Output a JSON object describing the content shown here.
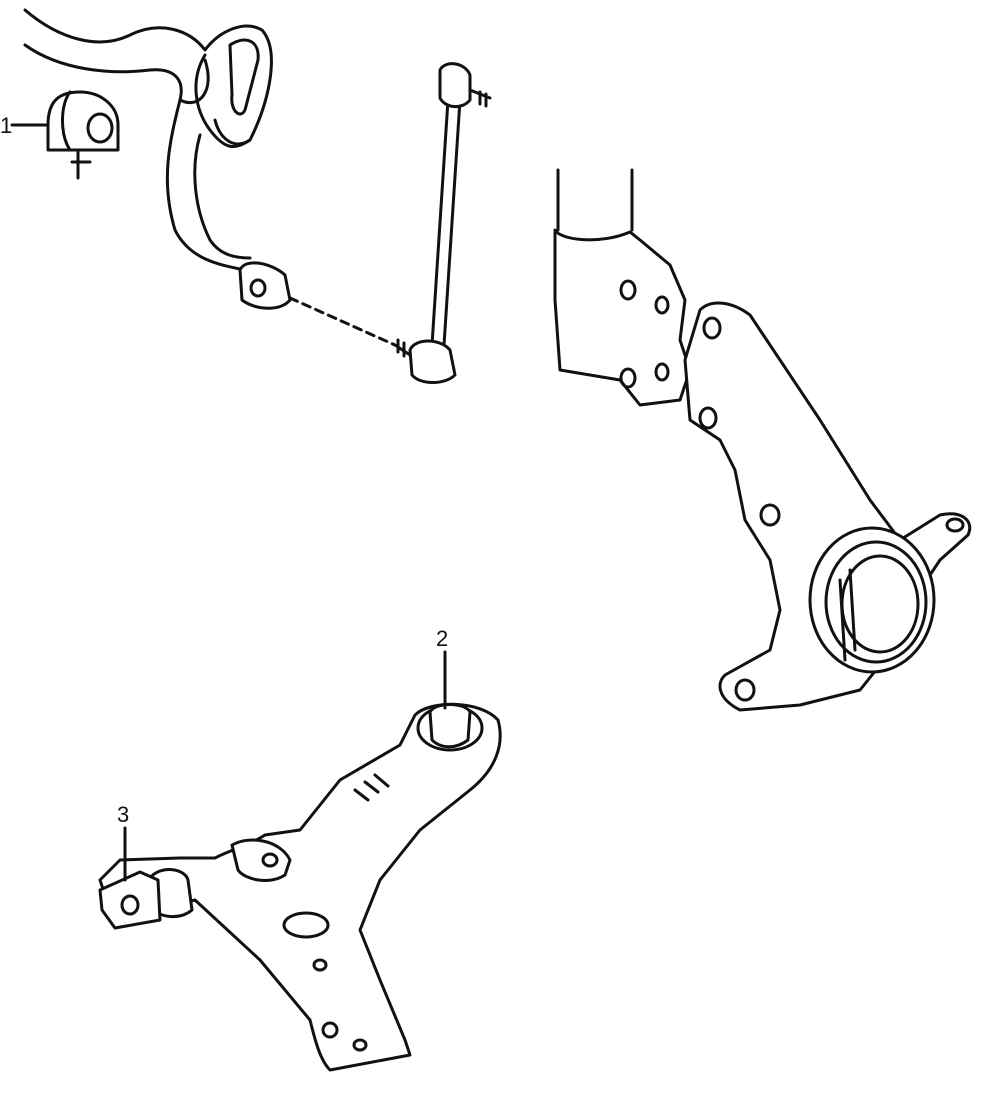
{
  "diagram": {
    "callouts": [
      {
        "number": "1",
        "part": "stabilizer-bushing"
      },
      {
        "number": "2",
        "part": "lower-arm-rear-bushing"
      },
      {
        "number": "3",
        "part": "lower-arm-front-bushing"
      }
    ],
    "ink_color": "#111111",
    "background_color": "#ffffff"
  }
}
